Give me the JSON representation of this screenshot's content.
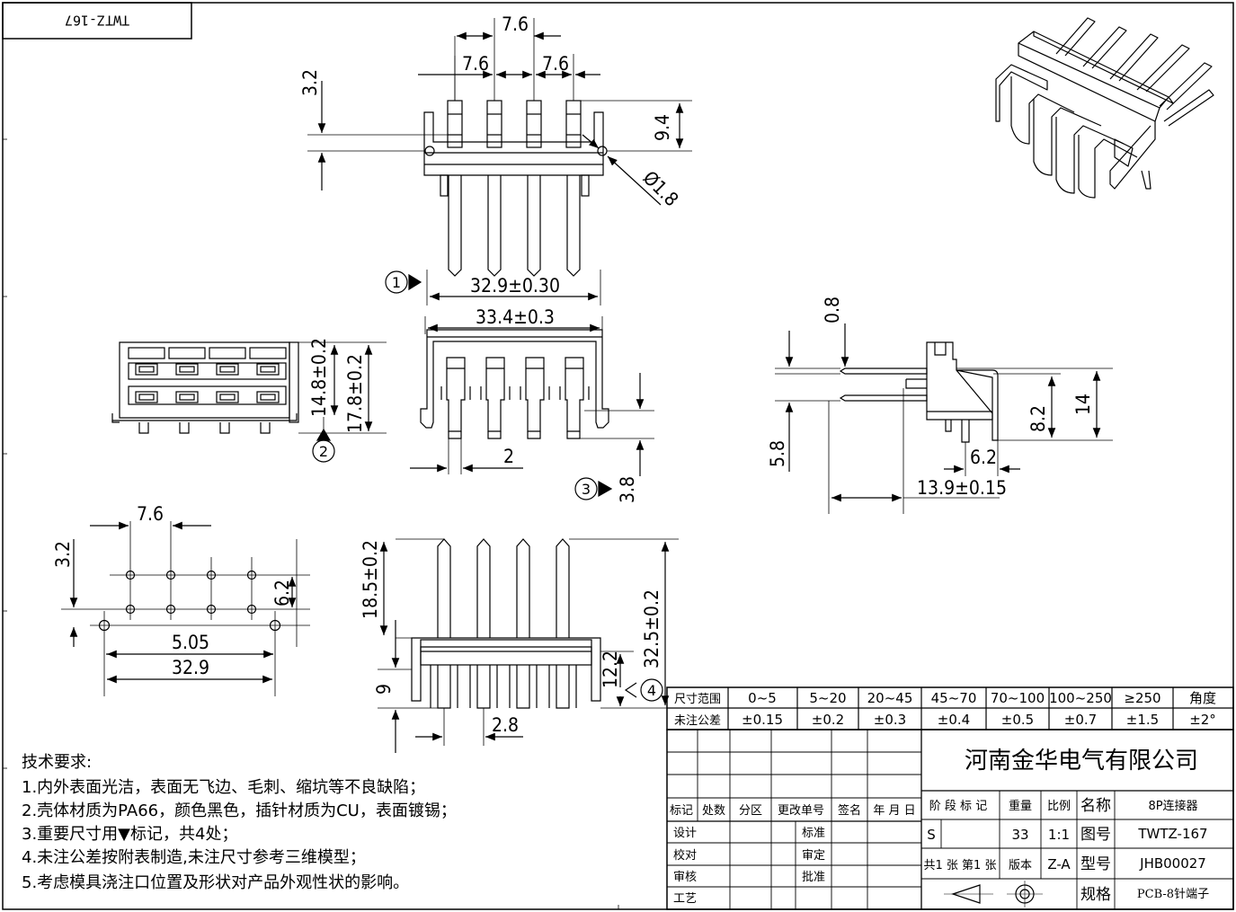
{
  "drawing_code_mirrored": "TWTZ-167",
  "dimensions": {
    "top_pitch": "7.6",
    "top_pitch_left": "7.6",
    "top_pitch_right": "7.6",
    "top_height": "3.2",
    "top_pin_len": "9.4",
    "hole_dia": "Ø1.8",
    "width_inner": "32.9±0.30",
    "width_outer": "33.4±0.3",
    "mark_1": "①",
    "front_h1": "14.8±0.2",
    "front_h2": "17.8±0.2",
    "mark_2": "②",
    "mid_pin": "2",
    "mark_3": "③",
    "mid_38": "3.8",
    "side_08": "0.8",
    "side_14": "14",
    "side_82": "8.2",
    "side_58": "5.8",
    "side_62": "6.2",
    "side_139": "13.9±0.15",
    "pcb_76": "7.6",
    "pcb_32": "3.2",
    "pcb_62": "6.2",
    "pcb_505": "5.05",
    "pcb_329": "32.9",
    "bottom_185": "18.5±0.2",
    "bottom_325": "32.5±0.2",
    "bottom_122": "12.2",
    "mark_4": "④",
    "bottom_9": "9",
    "bottom_28": "2.8"
  },
  "tech_requirements": {
    "title": "技术要求:",
    "items": [
      "1.内外表面光洁，表面无飞边、毛刺、缩坑等不良缺陷；",
      "2.壳体材质为PA66，颜色黑色，插针材质为CU，表面镀锡；",
      "3.重要尺寸用▼标记，共4处；",
      "4.未注公差按附表制造,未注尺寸参考三维模型；",
      "5.考虑模具浇注口位置及形状对产品外观性状的影响。"
    ]
  },
  "tolerance_table": {
    "row1_label": "尺寸范围",
    "row2_label": "未注公差",
    "ranges": [
      "0~5",
      "5~20",
      "20~45",
      "45~70",
      "70~100",
      "100~250",
      "≥250",
      "角度"
    ],
    "tolerances": [
      "±0.15",
      "±0.2",
      "±0.3",
      "±0.4",
      "±0.5",
      "±0.7",
      "±1.5",
      "±2°"
    ]
  },
  "title_block": {
    "company": "河南金华电气有限公司",
    "rev_headers": [
      "标记",
      "处数",
      "分区",
      "更改单号",
      "签名",
      "年 月 日"
    ],
    "signoffs": [
      {
        "left": "设计",
        "right": "标准"
      },
      {
        "left": "校对",
        "right": "审定"
      },
      {
        "left": "审核",
        "right": "批准"
      },
      {
        "left": "工艺",
        "right": ""
      }
    ],
    "stage_label": "阶 段 标 记",
    "weight_label": "重量",
    "scale_label": "比例",
    "stage_value": "S",
    "weight_value": "33",
    "scale_value": "1:1",
    "sheets_label": "共1 张 第1 张",
    "version_label": "版本",
    "version_value": "Z-A",
    "name_label": "名称",
    "name_value": "8P连接器",
    "drawing_no_label": "图号",
    "drawing_no_value": "TWTZ-167",
    "model_label": "型号",
    "model_value": "JHB00027",
    "spec_label": "规格",
    "spec_value": "PCB-8针端子"
  }
}
